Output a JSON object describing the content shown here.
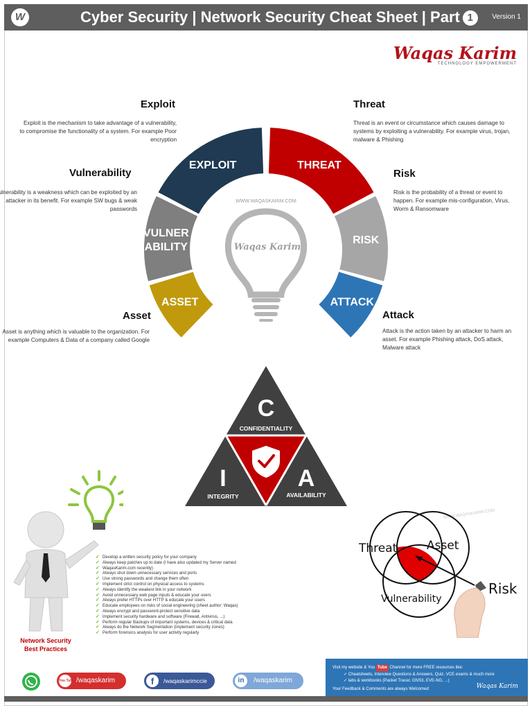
{
  "header": {
    "logo_letter": "W",
    "title": "Cyber Security | Network Security Cheat Sheet | Part",
    "part_number": "1",
    "version": "Version 1"
  },
  "brand": {
    "name": "Waqas Karim",
    "tagline": "TECHNOLOGY EMPOWERMENT"
  },
  "terms": {
    "exploit": {
      "title": "Exploit",
      "text": "Exploit is the mechanism to take advantage of a vulnerability, to compromise the functionality of a system. For example Poor encryption"
    },
    "threat": {
      "title": "Threat",
      "text": "Threat is an event or circumstance which causes damage to systems by exploiting a vulnerability. For example virus, trojan, malware & Phishing"
    },
    "vulnerability": {
      "title": "Vulnerability",
      "text": "Vulnerability is a weakness which can be exploited by an attacker in its benefit. For example SW bugs & weak passwords"
    },
    "risk": {
      "title": "Risk",
      "text": "Risk is the probability of a threat or event to happen. For example mis-configuration, Virus, Worm & Ransomware"
    },
    "asset": {
      "title": "Asset",
      "text": "Asset is anything which is valuable to the organization. For example Computers & Data of a company called Google"
    },
    "attack": {
      "title": "Attack",
      "text": "Attack is the action taken by an attacker to harm an asset. For example Phishing attack, DoS attack, Malware attack"
    }
  },
  "wheel": {
    "segments": [
      {
        "label1": "ASSET",
        "label2": "",
        "color": "#c09a0c"
      },
      {
        "label1": "VULNER",
        "label2": "ABILITY",
        "color": "#7f7f7f"
      },
      {
        "label1": "EXPLOIT",
        "label2": "",
        "color": "#1f3a52"
      },
      {
        "label1": "THREAT",
        "label2": "",
        "color": "#c00000"
      },
      {
        "label1": "RISK",
        "label2": "",
        "color": "#a6a6a6"
      },
      {
        "label1": "ATTACK",
        "label2": "",
        "color": "#2e75b6"
      }
    ],
    "watermark": "WWW.WAQASKARIM.COM",
    "bulb_text": "Waqas Karim"
  },
  "cia": {
    "c_letter": "C",
    "c_label": "CONFIDENTIALITY",
    "i_letter": "I",
    "i_label": "INTEGRITY",
    "a_letter": "A",
    "a_label": "AVAILABILITY",
    "dark_color": "#404040",
    "red_color": "#c00000"
  },
  "best_practices": {
    "title_line1": "Network Security",
    "title_line2": "Best Practices",
    "items": [
      "Develop a written security policy for your company",
      "Always keep patches up to date (I have also updated my Server named",
      "WaqasKarim.com recently)",
      "Always shut down unnecessary services and ports",
      "Use strong passwords and change them often",
      "Implement strict control on physical access to systems",
      "Always identify the weakest link in your network",
      "Avoid unnecessary web page inputs & educate your users",
      "Always prefer HTTPs over HTTP & educate your users",
      "Educate employees on risks of social engineering (sheet author: Waqas)",
      "Always encrypt and password-protect sensitive data",
      "Implement security hardware and software (Firewall, Antivirus, ...)",
      "Perform regular Backups of important systems, devices & critical data",
      "Always do the Network Segmentation (implement security zones)",
      "Perform forensics analysis for user activity regularly"
    ]
  },
  "venn": {
    "threat": "Threat",
    "asset": "Asset",
    "vulnerability": "Vulnerability",
    "risk": "Risk",
    "watermark": "WWW.WAQASKARIM.COM"
  },
  "social": {
    "youtube": "/waqaskarim",
    "youtube_badge": "You Tube",
    "facebook": "/waqaskarimccie",
    "linkedin": "/waqaskarim"
  },
  "promo": {
    "line1_pre": "Visit my website & You",
    "line1_badge": "Tube",
    "line1_post": "Channel for more FREE resources like:",
    "bullets": [
      "Cheatsheets, Interview Questions & Answers, Quiz, VCE exams & much more",
      "labs & workbooks (Packet Tracer, GNS3, EVE-NG, ...)"
    ],
    "feedback": "Your Feedback & Comments are always Welcomed",
    "signature": "Waqas Karim"
  }
}
